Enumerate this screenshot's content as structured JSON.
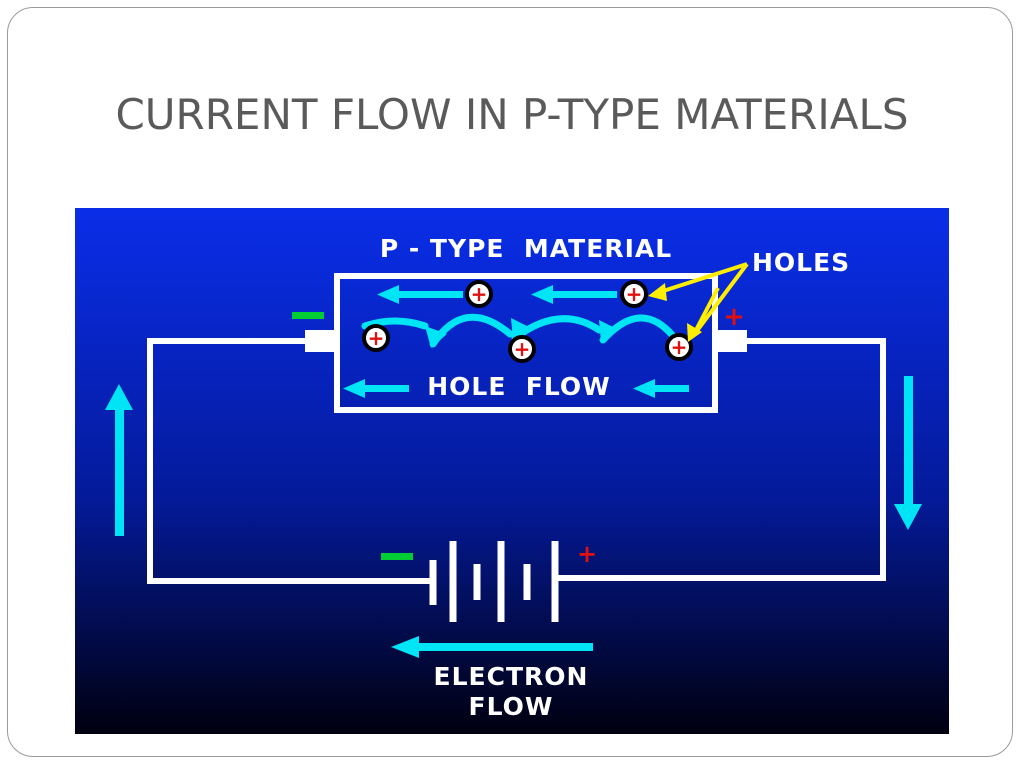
{
  "slide": {
    "title": "CURRENT FLOW IN P-TYPE MATERIALS"
  },
  "diagram": {
    "material_label": "P - TYPE  MATERIAL",
    "holes_label": "HOLES",
    "hole_flow_label": "HOLE  FLOW",
    "electron_flow_label_line1": "ELECTRON",
    "electron_flow_label_line2": "FLOW",
    "negative_sign": "−",
    "positive_sign": "+",
    "hole_symbol": "+",
    "colors": {
      "background_top": "#0a2ee8",
      "background_bottom": "#000010",
      "wire": "#ffffff",
      "flow_arrow": "#00e5f5",
      "holes_pointer": "#ffee00",
      "negative": "#00cc33",
      "positive": "#e01010"
    }
  }
}
